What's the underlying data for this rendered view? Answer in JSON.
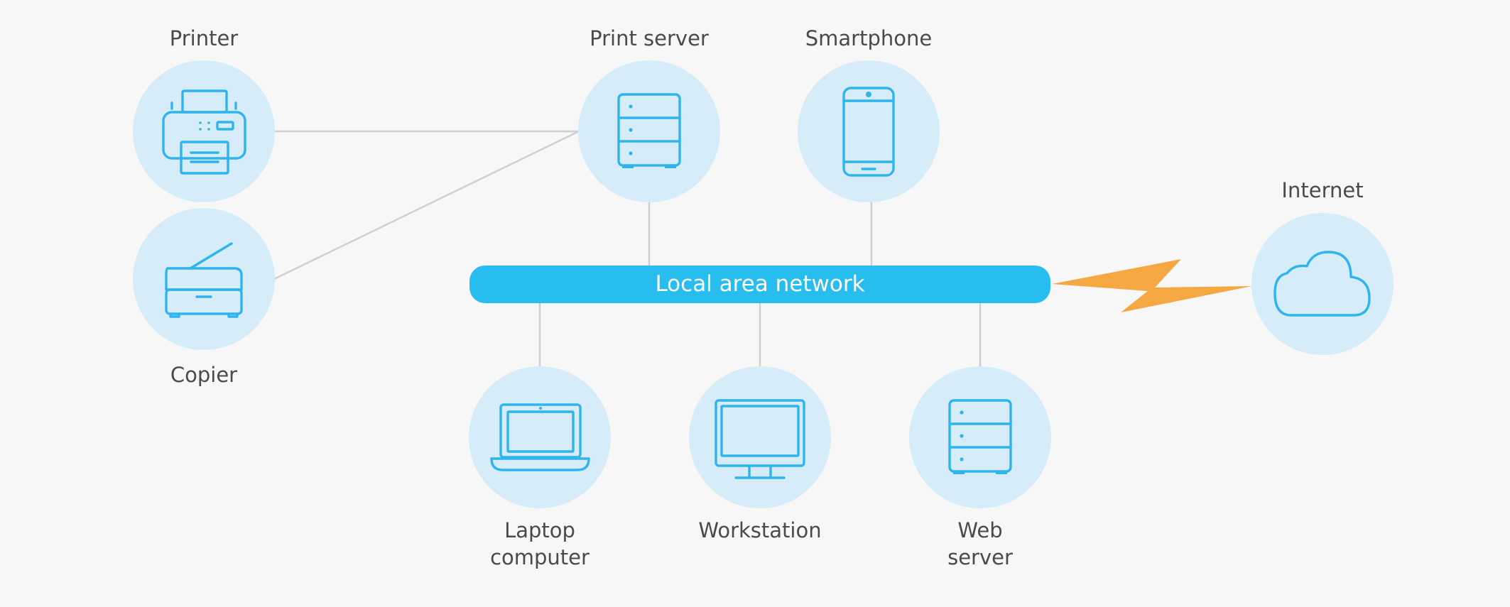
{
  "lan": {
    "label": "Local area network"
  },
  "nodes": {
    "printer": {
      "label": "Printer",
      "icon": "printer-icon"
    },
    "copier": {
      "label": "Copier",
      "icon": "copier-icon"
    },
    "print_server": {
      "label": "Print server",
      "icon": "server-icon"
    },
    "smartphone": {
      "label": "Smartphone",
      "icon": "smartphone-icon"
    },
    "internet": {
      "label": "Internet",
      "icon": "cloud-icon"
    },
    "laptop": {
      "label_line1": "Laptop",
      "label_line2": "computer",
      "icon": "laptop-icon"
    },
    "workstation": {
      "label": "Workstation",
      "icon": "monitor-icon"
    },
    "web_server": {
      "label_line1": "Web",
      "label_line2": "server",
      "icon": "server-icon"
    }
  },
  "colors": {
    "lan_bar": "#27bdef",
    "node_circle": "#d6ecf8",
    "icon": "#2fb4ec",
    "connector": "#cfcfcf",
    "lightning": "#f5a742",
    "label_text": "#4a4a4a"
  }
}
